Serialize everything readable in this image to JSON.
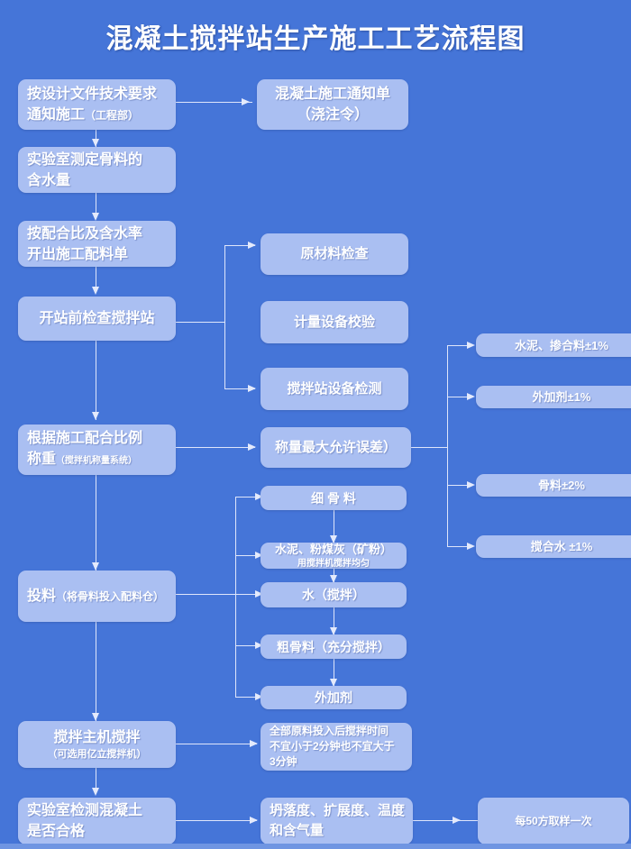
{
  "title": "混凝土搅拌站生产施工工艺流程图",
  "colors": {
    "background": "#4575d8",
    "box_fill": "#aabff2",
    "text": "#ffffff",
    "connector": "#dfe6fb",
    "footer_bar": "#6f95e2"
  },
  "main_flow": [
    {
      "id": "notify",
      "lines": [
        "按设计文件技术要求",
        "通知施工"
      ],
      "suffix": "（工程部）"
    },
    {
      "id": "lab_moisture",
      "lines": [
        "实验室测定骨料的",
        "含水量"
      ]
    },
    {
      "id": "mix_ticket",
      "lines": [
        "按配合比及含水率",
        "开出施工配料单"
      ]
    },
    {
      "id": "precheck",
      "lines": [
        "开站前检查搅拌站"
      ]
    },
    {
      "id": "weigh",
      "lines": [
        "根据施工配合比例",
        "称重"
      ],
      "suffix": "（搅拌机称量系统）"
    },
    {
      "id": "feed",
      "lines": [
        "投料"
      ],
      "suffix": "（将骨料投入配料仓）"
    },
    {
      "id": "main_mixer",
      "lines": [
        "搅拌主机搅拌"
      ],
      "sub": "（可选用亿立搅拌机）"
    },
    {
      "id": "lab_test",
      "lines": [
        "实验室检测混凝土",
        "是否合格"
      ]
    }
  ],
  "notice_box": {
    "lines": [
      "混凝土施工通知单",
      "（浇注令）"
    ]
  },
  "precheck_branches": [
    {
      "id": "raw_material_check",
      "label": "原材料检查"
    },
    {
      "id": "metering_calibration",
      "label": "计量设备校验"
    },
    {
      "id": "plant_equipment_test",
      "label": "搅拌站设备检测"
    }
  ],
  "weigh_branch": {
    "id": "max_allowable_error",
    "label": "称量最大允许误差）"
  },
  "tolerances": [
    {
      "id": "cement_admixture",
      "label": "水泥、掺合料±1%"
    },
    {
      "id": "additive",
      "label": "外加剂±1%"
    },
    {
      "id": "aggregate",
      "label": "骨料±2%"
    },
    {
      "id": "mixing_water",
      "label": "搅合水 ±1%"
    }
  ],
  "feed_materials": [
    {
      "id": "fine_aggregate",
      "label": "细 骨 料"
    },
    {
      "id": "cement_flyash",
      "label": "水泥、粉煤灰（矿粉）",
      "sub": "用搅拌机搅拌均匀"
    },
    {
      "id": "water",
      "label": "水（搅拌）"
    },
    {
      "id": "coarse_aggregate",
      "label": "粗骨料（充分搅拌）"
    },
    {
      "id": "additive_feed",
      "label": "外加剂"
    }
  ],
  "mix_time_note": {
    "id": "mix_time",
    "lines": [
      "全部原料投入后搅拌时间",
      "不宜小于2分钟也不宜大于",
      "3分钟"
    ]
  },
  "test_items": {
    "id": "test_items",
    "lines": [
      "坍落度、扩展度、温度",
      "和含气量"
    ]
  },
  "sampling_note": {
    "id": "sampling",
    "label": "每50方取样一次"
  }
}
